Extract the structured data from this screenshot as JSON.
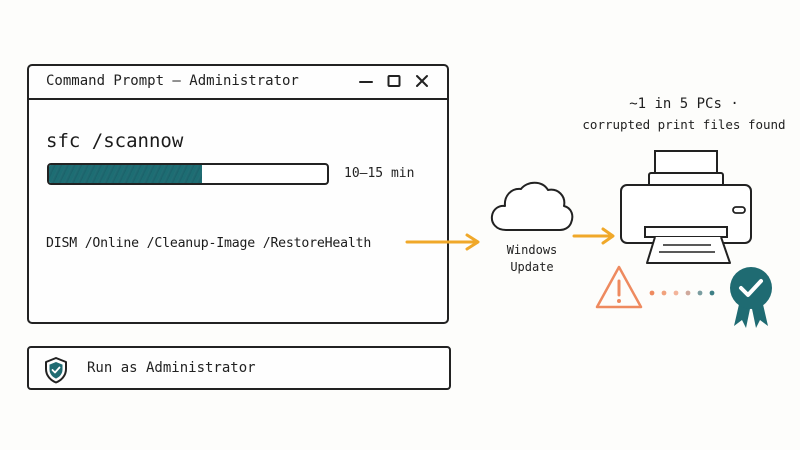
{
  "window": {
    "title": "Command Prompt — Administrator",
    "command": "sfc /scannow",
    "progress_fraction": 0.55,
    "duration": "10–15 min",
    "dism_command": "DISM /Online /Cleanup-Image /RestoreHealth"
  },
  "admin_bar": {
    "label": "Run as Administrator"
  },
  "cloud": {
    "label_line1": "Windows",
    "label_line2": "Update"
  },
  "stat": {
    "line1": "~1 in 5 PCs ·",
    "line2": "corrupted print files found"
  },
  "colors": {
    "progress": "#1d6d73",
    "arrow": "#f0a829",
    "warning": "#ee8a5f",
    "badge": "#1f6b72"
  },
  "icons": {
    "window": [
      "minimize-icon",
      "maximize-icon",
      "close-icon"
    ],
    "admin": "shield-check-icon",
    "cloud": "cloud-icon",
    "printer": "printer-icon",
    "warning": "warning-icon",
    "badge": "verified-badge-icon"
  }
}
